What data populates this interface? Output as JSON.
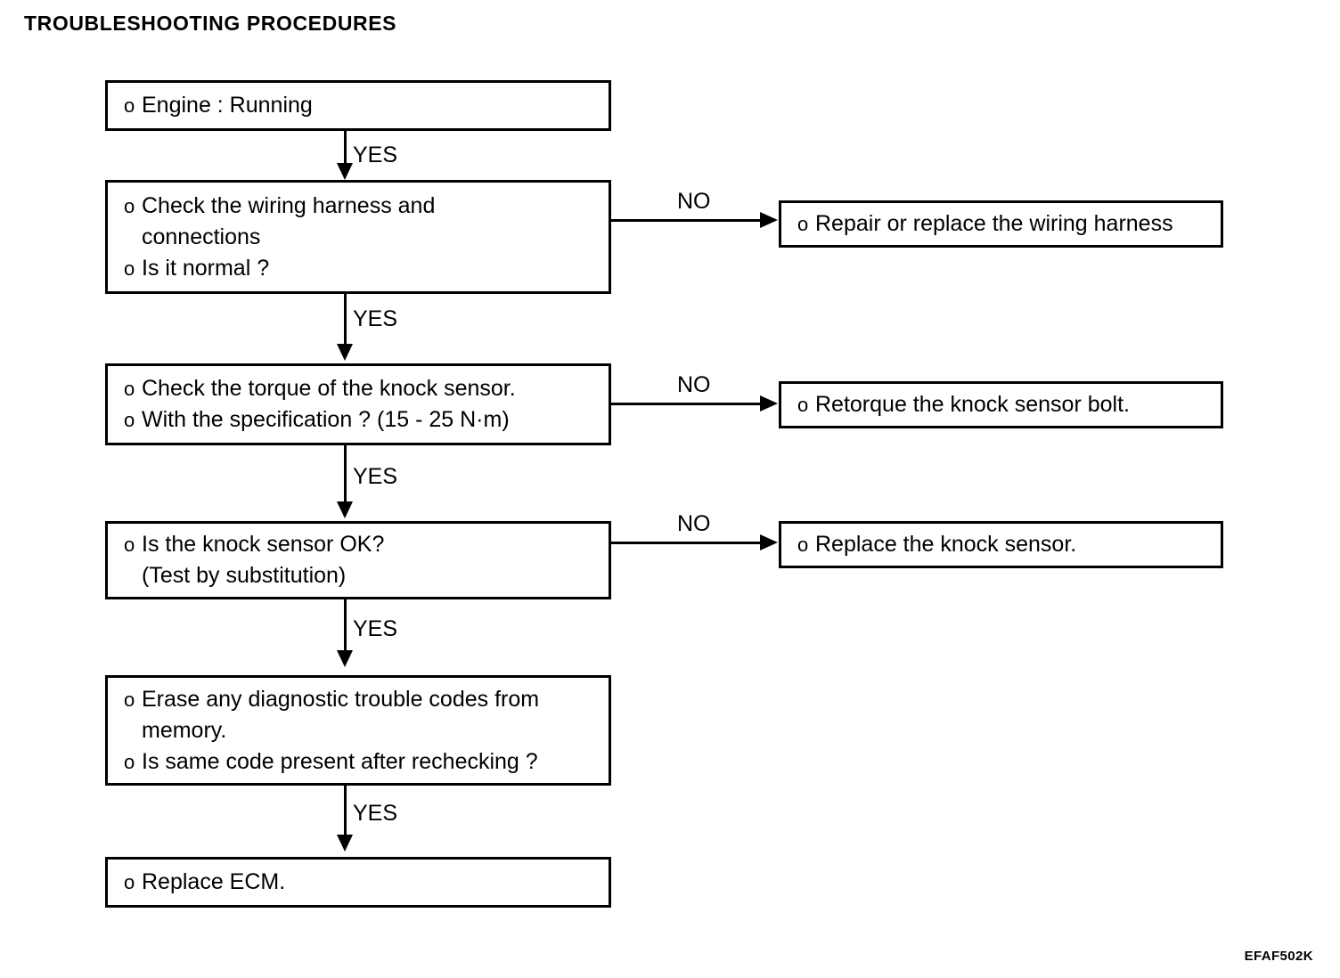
{
  "page": {
    "title": "TROUBLESHOOTING PROCEDURES",
    "figure_code": "EFAF502K",
    "bullet_glyph": "o",
    "background_color": "#ffffff",
    "ink_color": "#000000"
  },
  "flow": {
    "main_nodes": [
      {
        "id": "engine-running",
        "lines": [
          {
            "bullet": true,
            "text": "Engine : Running"
          }
        ]
      },
      {
        "id": "check-wiring-harness",
        "lines": [
          {
            "bullet": true,
            "text": "Check the wiring harness and"
          },
          {
            "bullet": false,
            "text": "connections"
          },
          {
            "bullet": true,
            "text": "Is it normal ?"
          }
        ]
      },
      {
        "id": "check-torque",
        "lines": [
          {
            "bullet": true,
            "text": "Check the torque of the knock sensor."
          },
          {
            "bullet": true,
            "text": "With the specification ? (15 - 25 N·m)"
          }
        ]
      },
      {
        "id": "knock-sensor-ok",
        "lines": [
          {
            "bullet": true,
            "text": "Is the knock sensor OK?"
          },
          {
            "bullet": false,
            "text": "(Test by substitution)"
          }
        ]
      },
      {
        "id": "erase-codes",
        "lines": [
          {
            "bullet": true,
            "text": "Erase any diagnostic trouble codes from"
          },
          {
            "bullet": false,
            "text": "memory."
          },
          {
            "bullet": true,
            "text": "Is same code present after rechecking ?"
          }
        ]
      },
      {
        "id": "replace-ecm",
        "lines": [
          {
            "bullet": true,
            "text": "Replace ECM."
          }
        ]
      }
    ],
    "result_nodes": [
      {
        "id": "repair-wiring-harness",
        "lines": [
          {
            "bullet": true,
            "text": "Repair or replace the wiring harness"
          }
        ]
      },
      {
        "id": "retorque-bolt",
        "lines": [
          {
            "bullet": true,
            "text": "Retorque the knock sensor bolt."
          }
        ]
      },
      {
        "id": "replace-knock-sensor",
        "lines": [
          {
            "bullet": true,
            "text": "Replace the knock sensor."
          }
        ]
      }
    ],
    "yes_labels": [
      {
        "id": "yes-1",
        "text": "YES"
      },
      {
        "id": "yes-2",
        "text": "YES"
      },
      {
        "id": "yes-3",
        "text": "YES"
      },
      {
        "id": "yes-4",
        "text": "YES"
      },
      {
        "id": "yes-5",
        "text": "YES"
      }
    ],
    "no_labels": [
      {
        "id": "no-1",
        "text": "NO"
      },
      {
        "id": "no-2",
        "text": "NO"
      },
      {
        "id": "no-3",
        "text": "NO"
      }
    ]
  }
}
